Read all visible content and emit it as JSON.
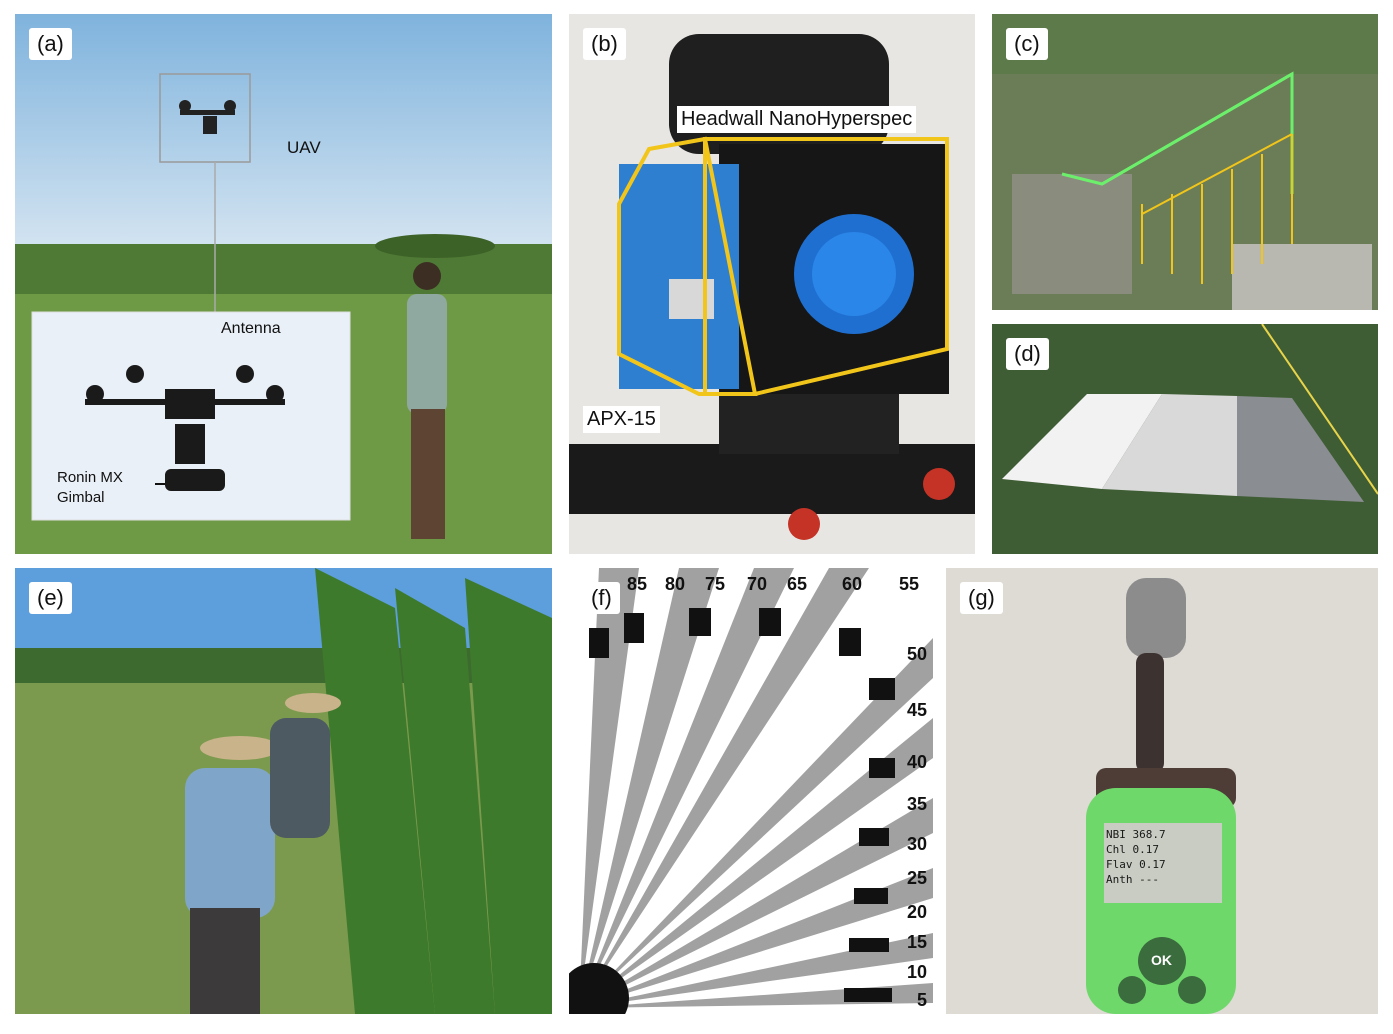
{
  "figure": {
    "panels": [
      {
        "tag": "(a)",
        "labels": {
          "uav": "UAV",
          "antenna": "Antenna",
          "gimbal_line1": "Ronin MX",
          "gimbal_line2": "Gimbal"
        }
      },
      {
        "tag": "(b)",
        "labels": {
          "camera": "Headwall NanoHyperspec",
          "apx": "APX-15"
        }
      },
      {
        "tag": "(c)"
      },
      {
        "tag": "(d)"
      },
      {
        "tag": "(e)"
      },
      {
        "tag": "(f)",
        "labels": {
          "top": [
            "85",
            "80",
            "75",
            "70",
            "65",
            "60",
            "55"
          ],
          "right": [
            "50",
            "45",
            "40",
            "35",
            "30",
            "25",
            "20",
            "15",
            "10",
            "5"
          ]
        }
      },
      {
        "tag": "(g)",
        "labels": {
          "screen_line1": "NBI 368.7",
          "screen_line2": "Chl 0.17",
          "screen_line3": "Flav 0.17",
          "screen_line4": "Anth ---",
          "ok": "OK"
        }
      }
    ]
  },
  "colors": {
    "sky": "#c9def0",
    "field_green": "#5e8a3a",
    "highlight_yellow": "#f2c51a",
    "apx_blue": "#2f7fd0",
    "device_green": "#6fd86a"
  }
}
